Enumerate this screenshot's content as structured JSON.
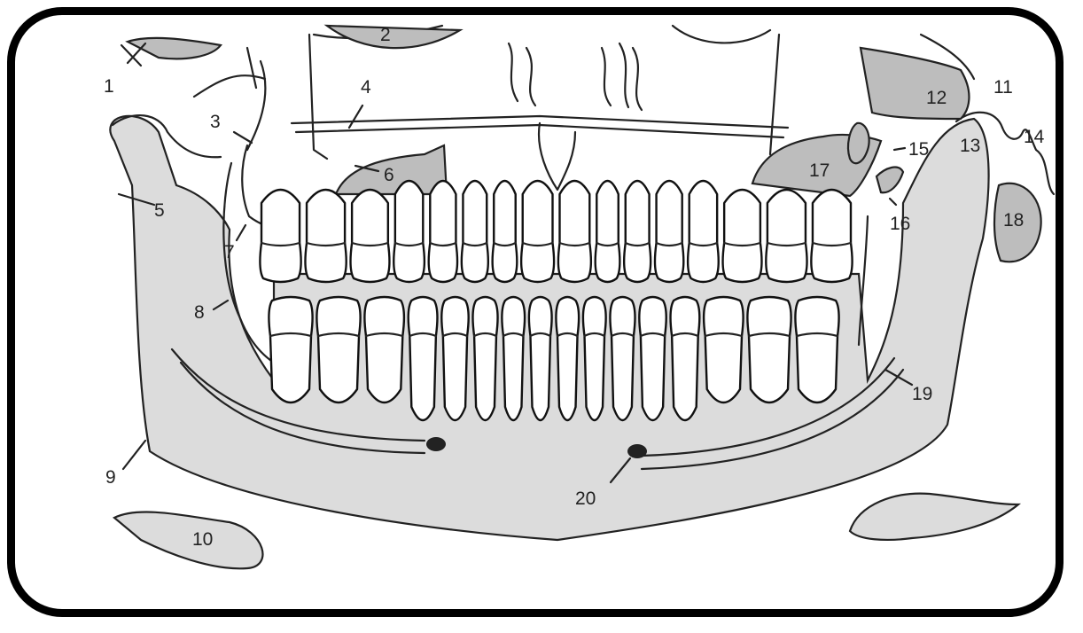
{
  "labels": [
    "1",
    "2",
    "3",
    "4",
    "5",
    "6",
    "7",
    "8",
    "9",
    "10",
    "11",
    "12",
    "13",
    "14",
    "15",
    "16",
    "17",
    "18",
    "19",
    "20"
  ],
  "colors": {
    "bone": "#dcdcdc",
    "dark": "#bdbdbd",
    "line": "#222222",
    "frame": "#000000"
  }
}
